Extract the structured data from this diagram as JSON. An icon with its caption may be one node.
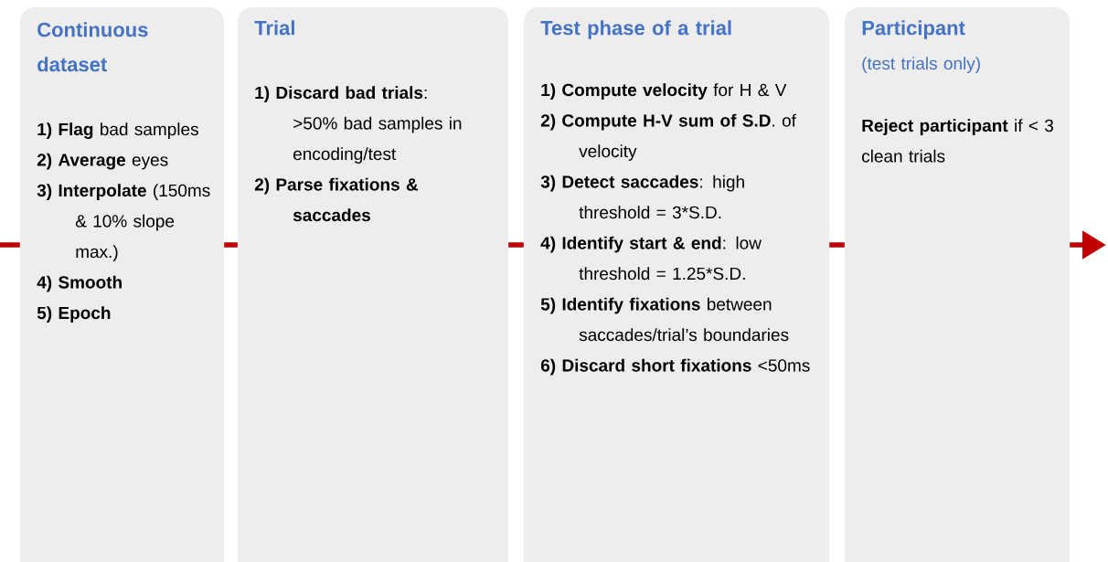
{
  "diagram": {
    "nodes": [
      {
        "text": [
          "Continuous dataset",
          "**1) Flag** bad samples",
          "**2) Average** eyes",
          "**3) Interpolate** (150ms & 10% slope max.)",
          "**4) Smooth**",
          "**5) Epoch**"
        ]
      },
      {
        "text": [
          "Trial",
          "**1) Discard bad trials**: >50% bad samples in encoding/test",
          "**2) Parse fixations & saccades**"
        ]
      },
      {
        "text": [
          "Test phase of a trial",
          "**1) Compute velocity** for H & V",
          "**2) Compute H-V sum of S.D**. of velocity",
          "**3) Detect saccades**: high threshold = 3*S.D.",
          "**4) Identify start & end**: low threshold = 1.25*S.D.",
          "**5) Identify fixations** between saccades/trial’s boundaries",
          "**6) Discard short fixations** <50ms"
        ]
      },
      {
        "text": [
          "Participant",
          "(test trials only)",
          "**Reject participant** if < 3 clean trials"
        ]
      }
    ],
    "edges": [
      {
        "from": null,
        "to": 0,
        "arrow": "none"
      },
      {
        "from": 0,
        "to": 1,
        "arrow": "none"
      },
      {
        "from": 1,
        "to": 2,
        "arrow": "none"
      },
      {
        "from": 2,
        "to": 3,
        "arrow": "none"
      },
      {
        "from": 3,
        "to": null,
        "arrow": "to"
      }
    ]
  }
}
